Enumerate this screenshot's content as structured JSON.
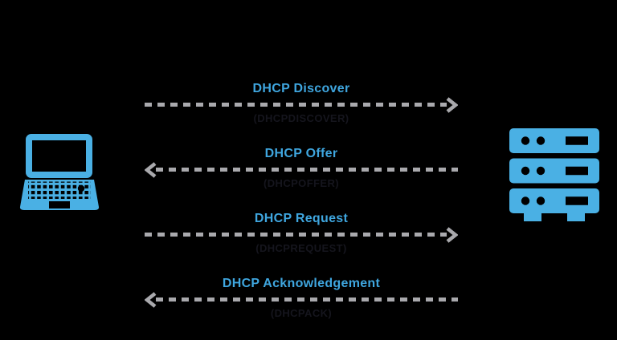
{
  "colors": {
    "background": "#000000",
    "title_blue": "#3FA6DF",
    "icon_blue": "#4AB0E4",
    "arrow_gray": "#A9A9AD",
    "subtitle_dark": "#15151D"
  },
  "client": {
    "icon": "laptop-icon"
  },
  "server": {
    "icon": "server-stack-icon"
  },
  "messages": [
    {
      "title": "DHCP Discover",
      "subtitle": "(DHCPDISCOVER)",
      "direction": "right"
    },
    {
      "title": "DHCP Offer",
      "subtitle": "(DHCPOFFER)",
      "direction": "left"
    },
    {
      "title": "DHCP Request",
      "subtitle": "(DHCPREQUEST)",
      "direction": "right"
    },
    {
      "title": "DHCP Acknowledgement",
      "subtitle": "(DHCPACK)",
      "direction": "left"
    }
  ]
}
